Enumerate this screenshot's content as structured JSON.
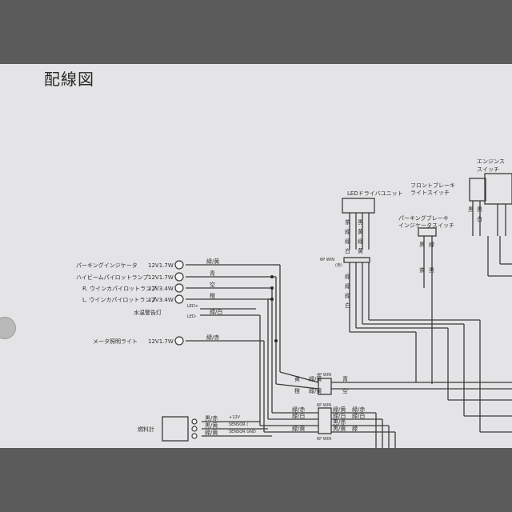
{
  "title": "配線図",
  "components": {
    "led_drive_unit": "LEDドライバユニット",
    "parking_brake_indicator_switch": [
      "パーキングブレーキ",
      "インジケータスイッチ"
    ],
    "front_brake_light_switch": [
      "フロントブレーキ",
      "ライトスイッチ"
    ],
    "engine_stop_switch": [
      "エンジンス",
      "スイッチ"
    ],
    "fuel_gauge": "燃料計",
    "water_temp_warning": "水温警告灯",
    "meter_illumination": "メータ照明ライト"
  },
  "lamps": [
    {
      "label": "パーキングインジケータ",
      "rating": "12V1.7W",
      "wire": "緑/黄"
    },
    {
      "label": "ハイビームパイロットランプ",
      "rating": "12V1.7W",
      "wire": "青"
    },
    {
      "label": "R. ウインカパイロットランプ",
      "rating": "12V3.4W",
      "wire": "空"
    },
    {
      "label": "L. ウインカパイロットランプ",
      "rating": "12V3.4W",
      "wire": "橙"
    }
  ],
  "water_temp_pins": [
    "LED+",
    "LED-"
  ],
  "water_temp_wire": "緑/白",
  "meter_illum_rating": "12V1.7W",
  "meter_illum_wire": "緑/赤",
  "fuel_gauge_wires": [
    "黒/赤",
    "黒/黄",
    "緑/黄"
  ],
  "fuel_gauge_signals": [
    "+12V",
    "SENSOR (",
    "SENSOR GND"
  ],
  "connectors": {
    "c6p_top": "6P WIN",
    "c6p_mid": "4P WIN",
    "c6p_low": "6P WIN",
    "c6p_bottom": "6P WIN"
  },
  "wire_colors": {
    "led_unit_stack": [
      "茶",
      "緑",
      "緑",
      "白"
    ],
    "led_unit_stack2": [
      "黒",
      "黄",
      "緑",
      "黄"
    ],
    "led_lower_stack": [
      "緑",
      "緑",
      "緑",
      "白"
    ],
    "parking_sw": [
      "黒",
      "緑",
      "茶",
      "黒"
    ],
    "front_sw": [
      "黒",
      "黒",
      "白"
    ],
    "mid_connector_left": [
      "黄",
      "橙"
    ],
    "mid_connector_right": [
      "緑/黄",
      "緑/黄"
    ],
    "mid_connector_out": [
      "青",
      "空"
    ],
    "low_connector_left": [
      "緑/赤",
      "緑/白",
      "緑/黄"
    ],
    "low_connector_right": [
      "緑/黄",
      "緑/白",
      "黒/赤",
      "黒/黄"
    ],
    "low_connector_out": [
      "緑/赤",
      "緑/白",
      "緑"
    ]
  },
  "ui": {
    "led_header_sub": "(赤)"
  }
}
